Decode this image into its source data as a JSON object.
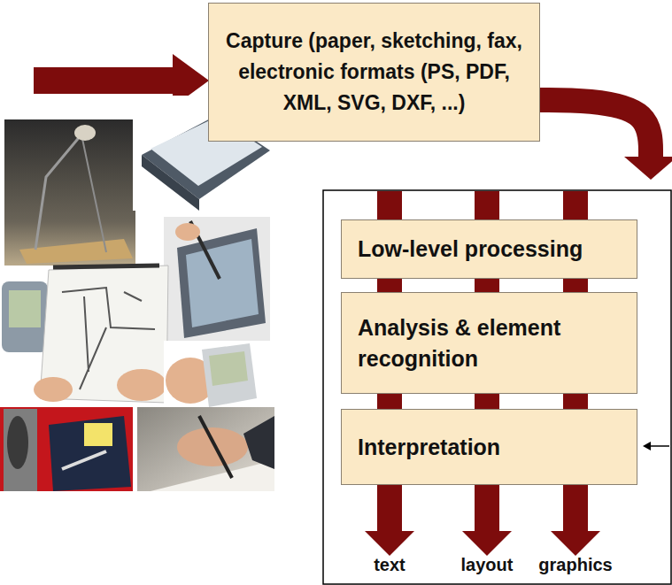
{
  "diagram": {
    "nodes": [
      {
        "text": [
          "Capture (paper, sketching, fax, electronic formats (PS, PDF, XML, SVG, DXF, ...)"
        ]
      },
      {
        "text": [
          "Low-level processing"
        ]
      },
      {
        "text": [
          "Analysis & element recognition"
        ]
      },
      {
        "text": [
          "Interpretation"
        ]
      }
    ],
    "edges": [
      {
        "from": 0,
        "to": 1,
        "arrow": "to"
      }
    ],
    "labels": [
      "text",
      "layout",
      "graphics"
    ]
  }
}
